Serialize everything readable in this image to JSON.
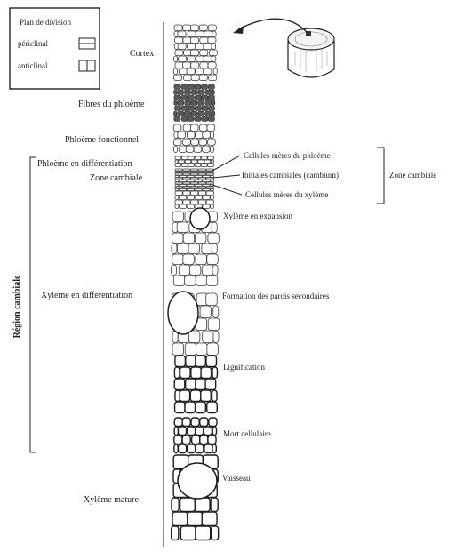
{
  "legend": {
    "title": "Plan de division",
    "periclinal": "périclinal",
    "anticlinal": "anticlinal"
  },
  "left_labels": {
    "cortex": "Cortex",
    "fibres_phloeme": "Fibres du phloème",
    "phloeme_fonctionnel": "Phloème fonctionnel",
    "phloeme_differenciation": "Phloème en différentiation",
    "zone_cambiale": "Zone cambiale",
    "xyleme_differenciation": "Xylème en différentiation",
    "xyleme_mature": "Xylème mature"
  },
  "right_labels": {
    "cellules_meres_phloeme": "Cellules mères du phloème",
    "initiales_cambiales": "Initiales cambiales (cambium)",
    "cellules_meres_xyleme": "Cellules mères du xylème",
    "zone_cambiale_right": "Zone cambiale",
    "xyleme_expansion": "Xylème en expansion",
    "parois_secondaires": "Formation des parois secondaires",
    "lignification": "Lignification",
    "mort_cellulaire": "Mort cellulaire",
    "vaisseau": "Vaisseau"
  },
  "vertical_label": "Région cambiale",
  "colors": {
    "ink": "#222222",
    "fibres": "#5a5a5a",
    "background": "#ffffff"
  },
  "icons": [
    "curved-arrow-icon",
    "stem-disc-icon"
  ]
}
